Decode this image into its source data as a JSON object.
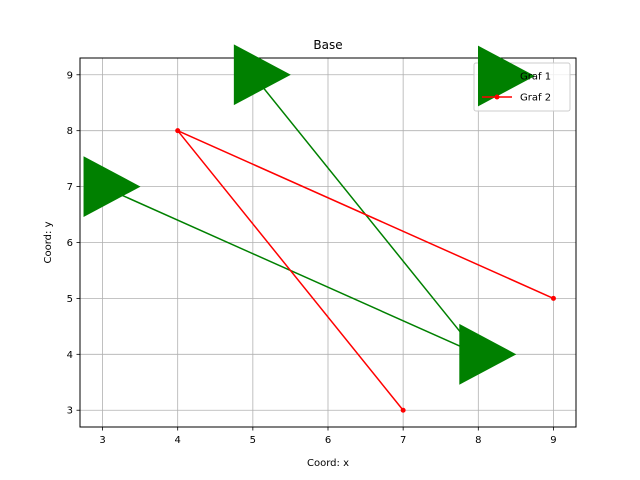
{
  "chart_data": {
    "type": "line",
    "title": "Base",
    "xlabel": "Coord: x",
    "ylabel": "Coord: y",
    "xlim": [
      2.7,
      9.3
    ],
    "ylim": [
      2.7,
      9.3
    ],
    "xticks": [
      3,
      4,
      5,
      6,
      7,
      8,
      9
    ],
    "yticks": [
      3,
      4,
      5,
      6,
      7,
      8,
      9
    ],
    "grid": true,
    "legend_position": "top-right",
    "series": [
      {
        "name": "Graf 1",
        "color": "#008000",
        "marker": "triangle-right",
        "x": [
          3,
          8,
          5
        ],
        "y": [
          7,
          4,
          9
        ]
      },
      {
        "name": "Graf 2",
        "color": "#ff0000",
        "marker": "dot",
        "x": [
          9,
          4,
          7
        ],
        "y": [
          5,
          8,
          3
        ]
      }
    ]
  }
}
